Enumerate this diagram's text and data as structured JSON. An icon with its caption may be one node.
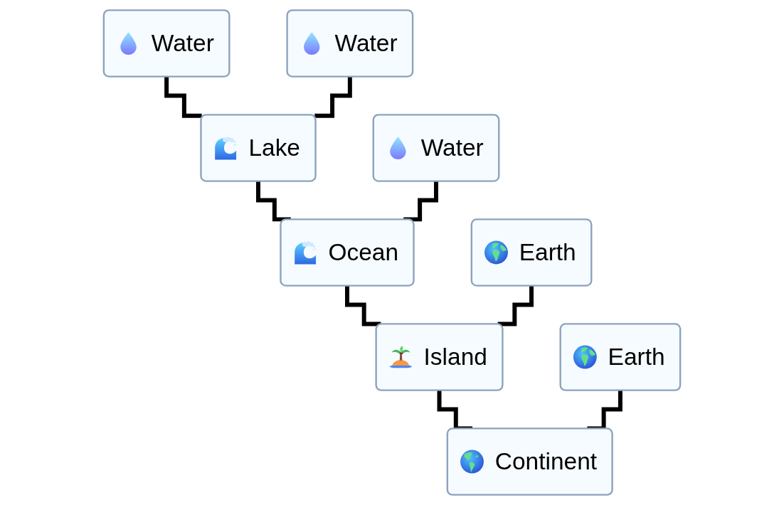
{
  "diagram": {
    "nodes": [
      {
        "text": [
          "Water"
        ]
      },
      {
        "text": [
          "Water"
        ]
      },
      {
        "text": [
          "Lake"
        ]
      },
      {
        "text": [
          "Water"
        ]
      },
      {
        "text": [
          "Ocean"
        ]
      },
      {
        "text": [
          "Earth"
        ]
      },
      {
        "text": [
          "Island"
        ]
      },
      {
        "text": [
          "Earth"
        ]
      },
      {
        "text": [
          "Continent"
        ]
      }
    ],
    "edges": [
      {
        "from": 0,
        "to": 2,
        "arrow": "none"
      },
      {
        "from": 1,
        "to": 2,
        "arrow": "none"
      },
      {
        "from": 2,
        "to": 4,
        "arrow": "none"
      },
      {
        "from": 3,
        "to": 4,
        "arrow": "none"
      },
      {
        "from": 4,
        "to": 6,
        "arrow": "none"
      },
      {
        "from": 5,
        "to": 6,
        "arrow": "none"
      },
      {
        "from": 6,
        "to": 8,
        "arrow": "none"
      },
      {
        "from": 7,
        "to": 8,
        "arrow": "none"
      }
    ]
  }
}
